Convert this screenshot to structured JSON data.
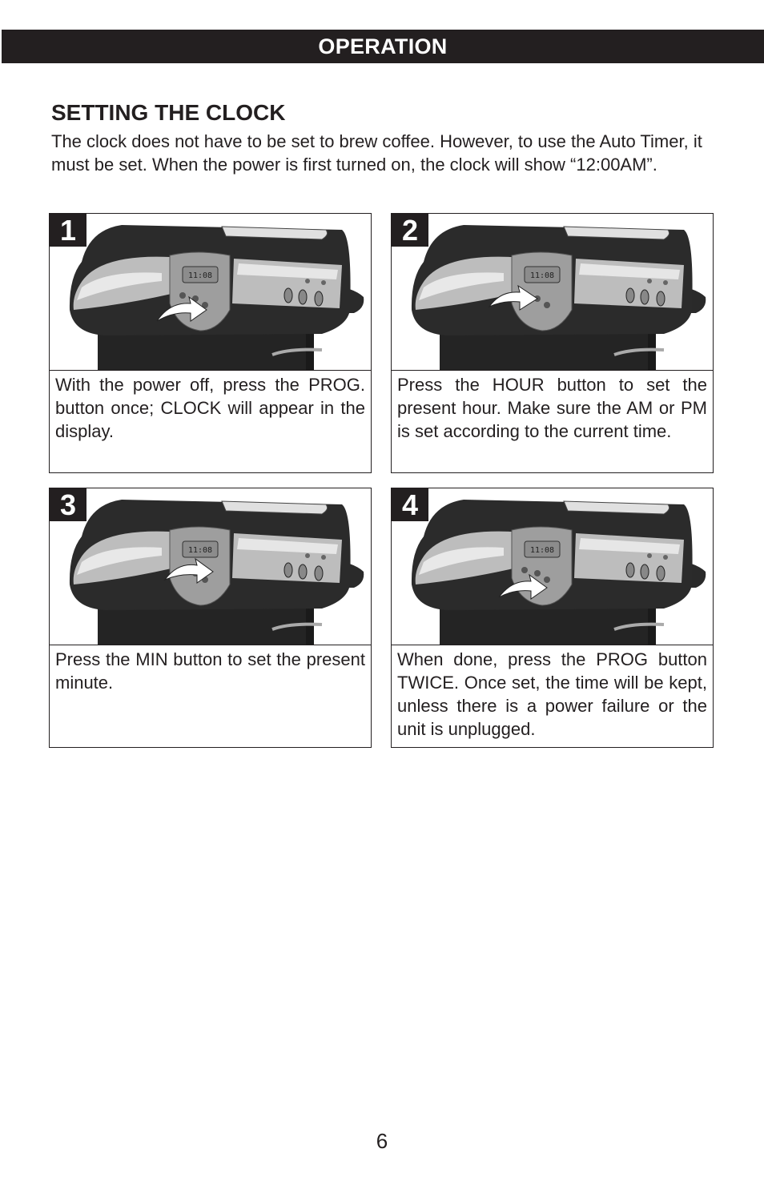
{
  "header": {
    "title": "OPERATION"
  },
  "section": {
    "title": "SETTING THE CLOCK",
    "intro": "The clock does not have to be set to brew coffee. However, to use the Auto Timer, it must be set. When the power is first turned on, the clock will show “12:00AM”."
  },
  "steps": [
    {
      "number": "1",
      "text": "With the power off, press the PROG. button once; CLOCK will appear in the display.",
      "display": "11:08"
    },
    {
      "number": "2",
      "text": "Press the HOUR button to set the present hour. Make sure the AM or PM is set according to the current time.",
      "display": "11:08"
    },
    {
      "number": "3",
      "text": "Press the MIN button to set the present minute.",
      "display": "11:08"
    },
    {
      "number": "4",
      "text": "When done, press the PROG button TWICE. Once set, the time will be kept, unless there is a power failure or the unit is unplugged.",
      "display": "11:08"
    }
  ],
  "footer": {
    "page_number": "6"
  }
}
